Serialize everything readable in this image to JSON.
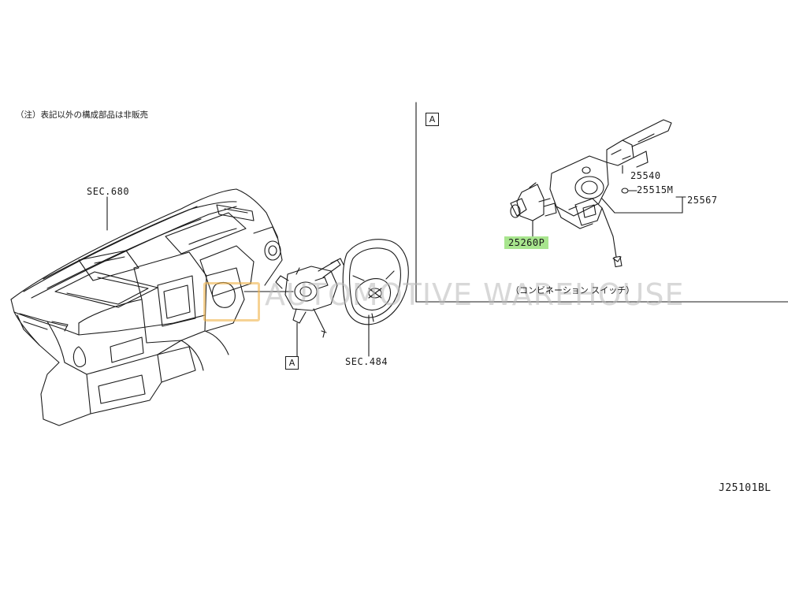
{
  "diagram_code": "J25101BL",
  "note_text": "（注）表記以外の構成部品は非販売",
  "detail_box_label": "A",
  "callout_box_label": "A",
  "detail_caption": "（コンビネーション スイッチ）",
  "labels": {
    "sec_dashboard": "SEC.680",
    "sec_steering": "SEC.484",
    "part_25540": "25540",
    "part_25515m": "25515M",
    "part_25567": "25567",
    "part_25260p": "25260P"
  },
  "watermark": "AUTOMOTIVE WAREHOUSE",
  "colors": {
    "highlight": "#a8e58e",
    "line": "#1a1a1a",
    "watermark": "#b9b9b9",
    "logo": "#f0b44c"
  }
}
